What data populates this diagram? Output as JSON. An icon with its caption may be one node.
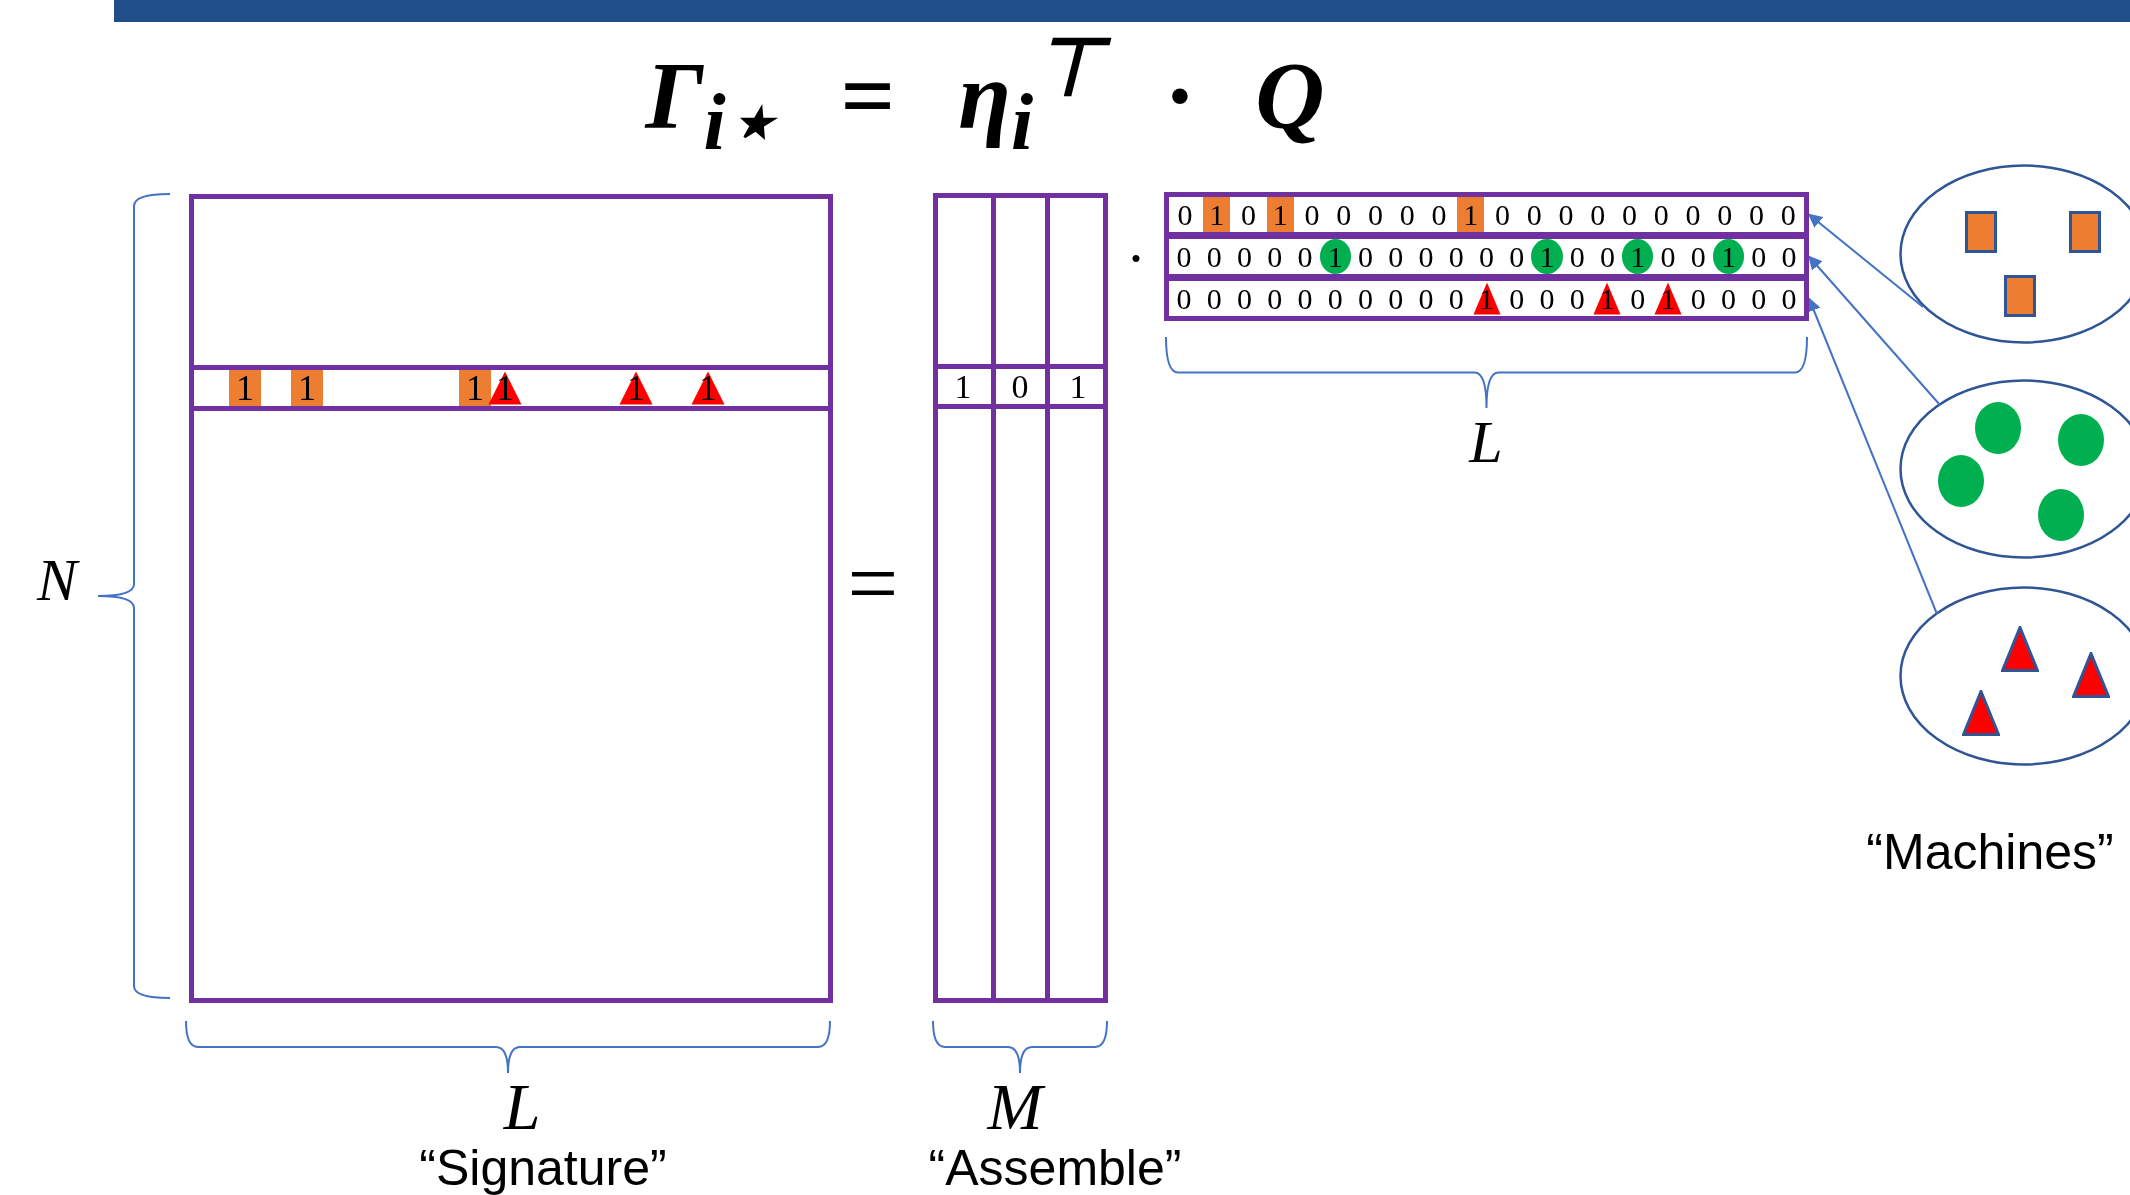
{
  "diagram": {
    "title": "Γ$_{i⋆}$ = η$_{i}$$^{⊤}$ · Q",
    "nodes": [
      {
        "text": [],
        "shape": "box"
      },
      {
        "text": [
          "1",
          "1",
          "1",
          "1",
          "1",
          "1"
        ],
        "in": 0
      },
      {
        "text": [],
        "shape": "box"
      },
      {
        "text": [
          "1",
          "0",
          "1"
        ],
        "in": 2
      },
      {
        "text": [],
        "shape": "box"
      },
      {
        "text": [
          "0",
          "1",
          "0",
          "1",
          "0",
          "0",
          "0",
          "0",
          "0",
          "1",
          "0",
          "0",
          "0",
          "0",
          "0",
          "0",
          "0",
          "0",
          "0",
          "0"
        ],
        "in": 4
      },
      {
        "text": [
          "0",
          "0",
          "0",
          "0",
          "0",
          "1",
          "0",
          "0",
          "0",
          "0",
          "0",
          "0",
          "1",
          "0",
          "0",
          "1",
          "0",
          "0",
          "1",
          "0",
          "0"
        ],
        "in": 4
      },
      {
        "text": [
          "0",
          "0",
          "0",
          "0",
          "0",
          "0",
          "0",
          "0",
          "0",
          "0",
          "1",
          "0",
          "0",
          "0",
          "1",
          "0",
          "1",
          "0",
          "0",
          "0",
          "0"
        ],
        "in": 4
      },
      {
        "text": [],
        "shape": "ellipse"
      },
      {
        "text": [],
        "shape": "ellipse"
      },
      {
        "text": [],
        "shape": "ellipse"
      }
    ],
    "edges": [
      {
        "from": 8,
        "to": 5,
        "arrow": "to"
      },
      {
        "from": 9,
        "to": 6,
        "arrow": "to"
      },
      {
        "from": 10,
        "to": 7,
        "arrow": "to"
      }
    ],
    "labels": [
      "·",
      "L",
      "N",
      "=",
      "“Machines”",
      "L",
      "M",
      "“Signature”",
      "“Assemble”"
    ]
  }
}
